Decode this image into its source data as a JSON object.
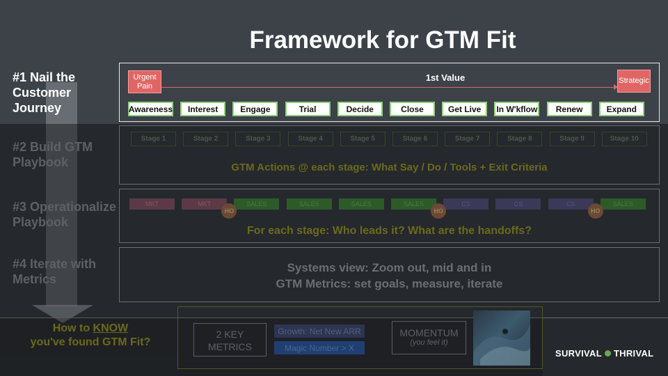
{
  "title": "Framework for GTM Fit",
  "sections": {
    "s1": "#1 Nail the Customer Journey",
    "s2": "#2 Build GTM Playbook",
    "s3": "#3 Operationalize Playbook",
    "s4": "#4 Iterate with Metrics"
  },
  "journey": {
    "start_label": "Urgent Pain",
    "mid_label": "1st Value",
    "end_label": "Strategic",
    "stages": [
      "Awareness",
      "Interest",
      "Engage",
      "Trial",
      "Decide",
      "Close",
      "Get Live",
      "In W'kflow",
      "Renew",
      "Expand"
    ]
  },
  "playbook": {
    "stages": [
      "Stage 1",
      "Stage 2",
      "Stage 3",
      "Stage 4",
      "Stage 5",
      "Stage 6",
      "Stage 7",
      "Stage 8",
      "Stage 9",
      "Stage 10"
    ],
    "caption": "GTM Actions @ each stage:  What Say / Do / Tools + Exit Criteria"
  },
  "operations": {
    "roles": [
      "MKT",
      "MKT",
      "SALES",
      "SALES",
      "SALES",
      "SALES",
      "CS",
      "CS",
      "CS",
      "SALES"
    ],
    "handoff_label": "HO",
    "caption": "For each stage:  Who leads it?  What are the handoffs?"
  },
  "metrics": {
    "line1": "Systems view: Zoom out, mid and in",
    "line2": "GTM Metrics: set goals, measure, iterate"
  },
  "fit": {
    "question_prefix": "How to ",
    "question_know": "KNOW",
    "question_suffix": "you've found GTM Fit?",
    "key_metrics_line1": "2 KEY",
    "key_metrics_line2": "METRICS",
    "growth": "Growth: Net New ARR",
    "magic": "Magic Number > X",
    "momentum": "MOMENTUM",
    "momentum_sub": "(you feel it)"
  },
  "brand": {
    "left": "SURVIVAL",
    "right": "THRIVAL"
  },
  "colors": {
    "background": "#3c4248",
    "stage_border": "#8fd17a",
    "pain_red": "#e06666",
    "mkt": "#5b3a45",
    "sales": "#2e5a2a",
    "cs": "#3b3858"
  }
}
